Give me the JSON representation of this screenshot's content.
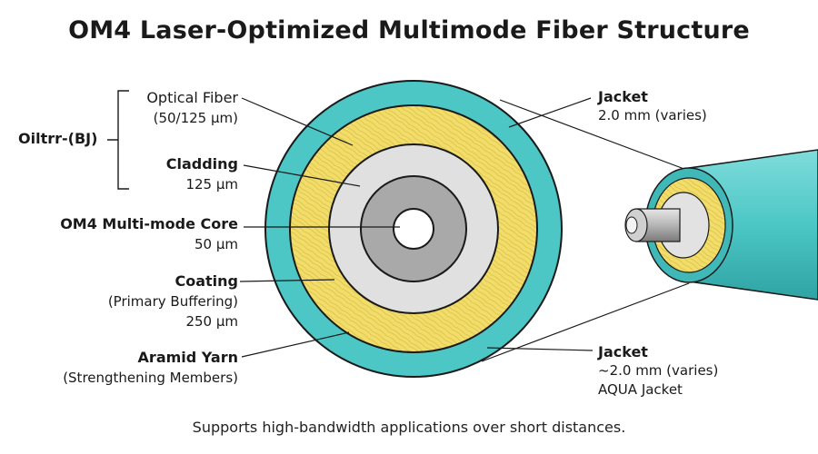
{
  "title": "OM4 Laser-Optimized Multimode Fiber Structure",
  "caption": "Supports high-bandwidth applications over short distances.",
  "group_label": "Oiltrr-(BJ)",
  "labels": {
    "optical_fiber": {
      "main": "Optical Fiber",
      "sub": "(50/125 µm)"
    },
    "cladding": {
      "main": "Cladding",
      "sub": "125 µm"
    },
    "core": {
      "main": "OM4 Multi-mode Core",
      "sub": "50 µm"
    },
    "coating": {
      "main": "Coating",
      "sub1": "(Primary Buffering)",
      "sub2": "250 µm"
    },
    "aramid": {
      "main": "Aramid Yarn",
      "sub": "(Strengthening Members)"
    },
    "jacket_top": {
      "main": "Jacket",
      "sub": "2.0 mm (varies)"
    },
    "jacket_bottom": {
      "main": "Jacket",
      "sub1": "~2.0 mm (varies)",
      "sub2": "AQUA Jacket"
    }
  },
  "colors": {
    "jacket": "#4cc7c6",
    "yarn": "#f2dd6b",
    "cladding": "#e0e0e0",
    "coating_ring": "#a9a9a9",
    "core": "#ffffff",
    "outline": "#1a1a1a"
  }
}
